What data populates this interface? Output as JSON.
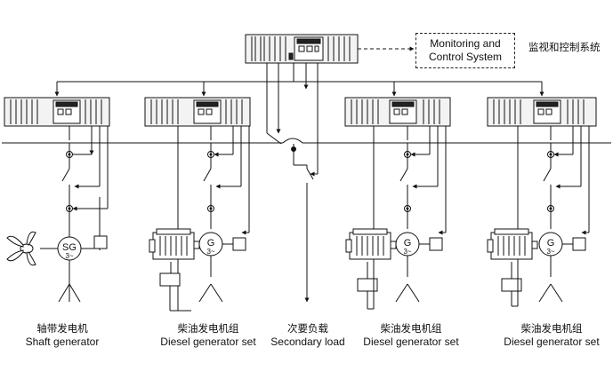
{
  "monitoring": {
    "box_line1": "Monitoring and",
    "box_line2": "Control System",
    "label_cn": "监视和控制系统"
  },
  "units": [
    {
      "cn": "轴带发电机",
      "en": "Shaft generator",
      "symbol": "SG",
      "phase": "3~"
    },
    {
      "cn": "柴油发电机组",
      "en": "Diesel generator set",
      "symbol": "G",
      "phase": "3~"
    },
    {
      "cn": "次要负载",
      "en": "Secondary load"
    },
    {
      "cn": "柴油发电机组",
      "en": "Diesel generator set",
      "symbol": "G",
      "phase": "3~"
    },
    {
      "cn": "柴油发电机组",
      "en": "Diesel generator set",
      "symbol": "G",
      "phase": "3~"
    }
  ]
}
